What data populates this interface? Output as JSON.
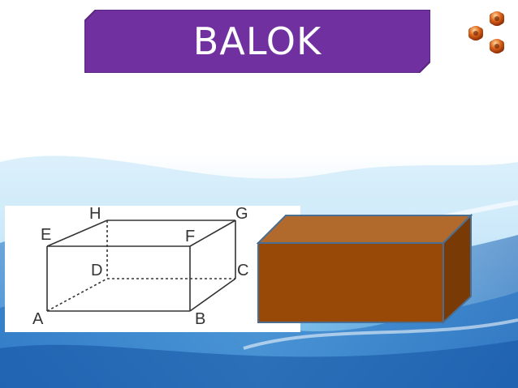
{
  "slide": {
    "title": "BALOK",
    "colors": {
      "title_banner": "#7030a0",
      "brick_front": "#984807",
      "brick_top": "#b26a2c",
      "brick_side": "#7a3a06",
      "brick_outline": "#4a6e92"
    }
  },
  "diagram": {
    "vertices": {
      "A": "A",
      "B": "B",
      "C": "C",
      "D": "D",
      "E": "E",
      "F": "F",
      "G": "G",
      "H": "H"
    }
  },
  "nav": {
    "icons": [
      "nav-ball-icon",
      "nav-ball-icon",
      "nav-ball-icon"
    ]
  }
}
